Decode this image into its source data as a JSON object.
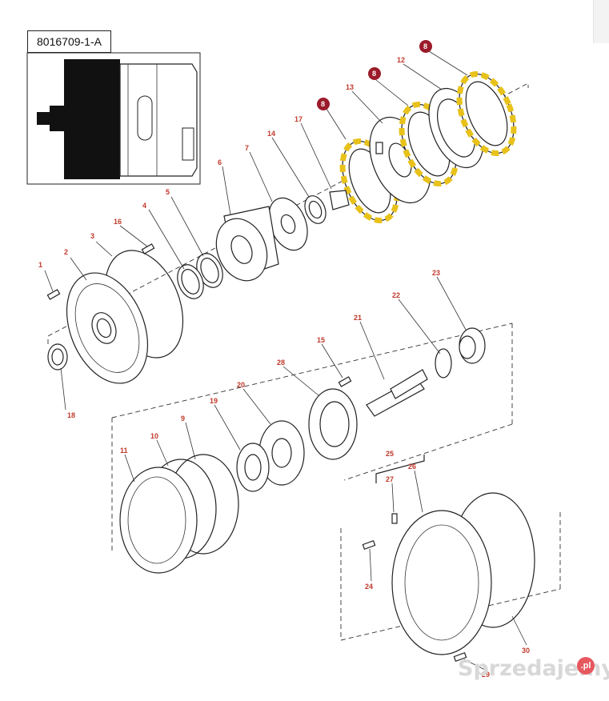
{
  "document_id": "8016709-1-A",
  "watermark": "Sprzedajemy",
  "watermark_tld": ".pl",
  "colors": {
    "label": "#c0392b",
    "badge": "#9b1b2a",
    "highlight_ring": "#e8c21a"
  },
  "callouts": {
    "c1": "1",
    "c2": "2",
    "c3": "3",
    "c4": "4",
    "c5": "5",
    "c6": "6",
    "c7": "7",
    "c8a": "8",
    "c8b": "8",
    "c8c": "8",
    "c9": "9",
    "c10": "10",
    "c11": "11",
    "c12": "12",
    "c13": "13",
    "c14": "14",
    "c15": "15",
    "c16": "16",
    "c17": "17",
    "c18": "18",
    "c19": "19",
    "c20": "20",
    "c21": "21",
    "c22": "22",
    "c23": "23",
    "c24": "24",
    "c25": "25",
    "c26": "26",
    "c27": "27",
    "c28": "28",
    "c29": "29",
    "c30": "30"
  }
}
